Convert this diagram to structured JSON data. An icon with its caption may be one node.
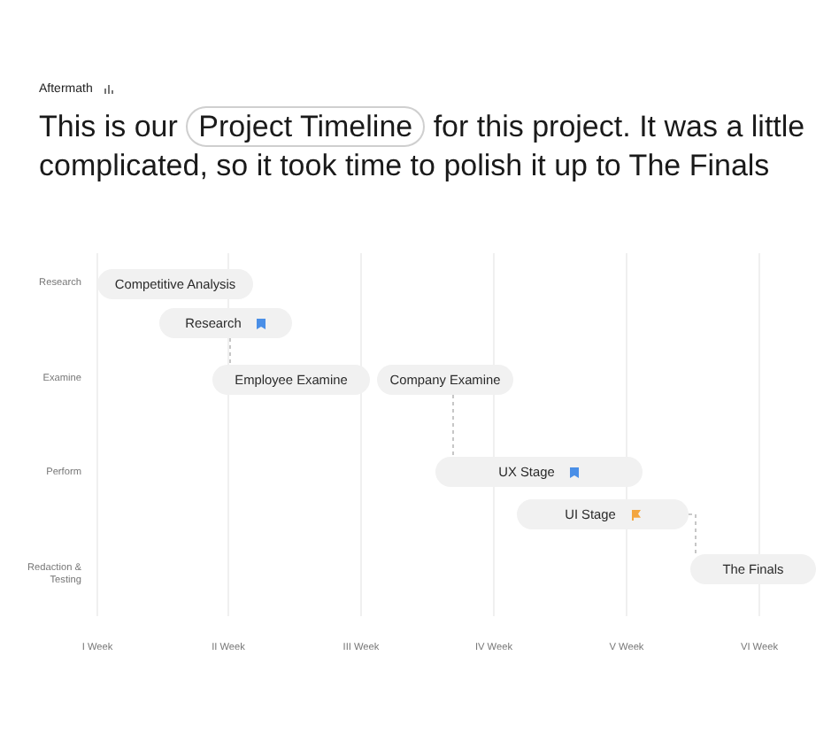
{
  "diagram": {
    "title": "This is our Project Timeline for this project. It was a little complicated, so it took time to polish it up to The Finals",
    "nodes": [
      {
        "text": [
          "Competitive Analysis"
        ]
      },
      {
        "text": [
          "Research"
        ]
      },
      {
        "text": [
          "Employee Examine"
        ]
      },
      {
        "text": [
          "Company Examine"
        ]
      },
      {
        "text": [
          "UX Stage"
        ]
      },
      {
        "text": [
          "UI Stage"
        ]
      },
      {
        "text": [
          "The Finals"
        ]
      }
    ],
    "edges": [
      {
        "from": 1,
        "to": 2,
        "arrow": "none",
        "style": "dashed"
      },
      {
        "from": 3,
        "to": 4,
        "arrow": "none",
        "style": "dashed"
      },
      {
        "from": 5,
        "to": 6,
        "arrow": "none",
        "style": "dashed"
      }
    ],
    "labels": [
      "Aftermath",
      "Research",
      "Examine",
      "Perform",
      "Redaction & Testing",
      "I Week",
      "II Week",
      "III Week",
      "IV Week",
      "V Week",
      "VI Week"
    ]
  }
}
